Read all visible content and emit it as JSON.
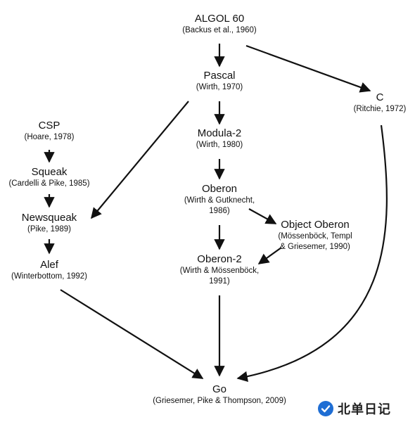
{
  "nodes": {
    "algol60": {
      "name": "ALGOL 60",
      "cite": "(Backus et al., 1960)"
    },
    "pascal": {
      "name": "Pascal",
      "cite": "(Wirth, 1970)"
    },
    "c": {
      "name": "C",
      "cite": "(Ritchie, 1972)"
    },
    "csp": {
      "name": "CSP",
      "cite": "(Hoare, 1978)"
    },
    "modula2": {
      "name": "Modula-2",
      "cite": "(Wirth, 1980)"
    },
    "squeak": {
      "name": "Squeak",
      "cite": "(Cardelli & Pike, 1985)"
    },
    "oberon": {
      "name": "Oberon",
      "cite_line1": "(Wirth & Gutknecht,",
      "cite_line2": "1986)"
    },
    "newsqueak": {
      "name": "Newsqueak",
      "cite": "(Pike, 1989)"
    },
    "object_oberon": {
      "name": "Object Oberon",
      "cite_line1": "(Mössenböck, Templ",
      "cite_line2": "& Griesemer, 1990)"
    },
    "oberon2": {
      "name": "Oberon-2",
      "cite_line1": "(Wirth & Mössenböck,",
      "cite_line2": "1991)"
    },
    "alef": {
      "name": "Alef",
      "cite": "(Winterbottom, 1992)"
    },
    "go": {
      "name": "Go",
      "cite": "(Griesemer, Pike & Thompson, 2009)"
    }
  },
  "watermark": {
    "text": "北单日记",
    "logo_icon": "check-badge-icon",
    "logo_color": "#1f6ed4"
  },
  "colors": {
    "text": "#111111",
    "edge": "#111111"
  }
}
